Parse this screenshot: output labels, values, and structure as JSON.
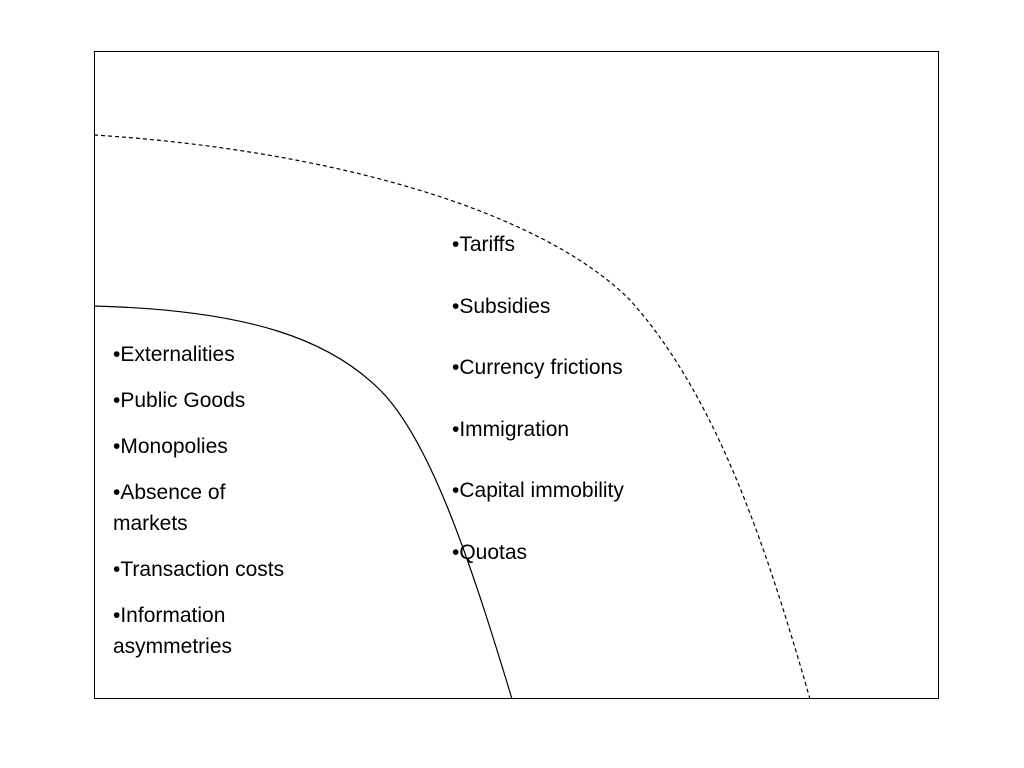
{
  "inner_region": {
    "items": [
      "•Externalities",
      "•Public Goods",
      "•Monopolies",
      "•Absence of markets",
      "•Transaction costs",
      "•Information asymmetries"
    ]
  },
  "outer_region": {
    "items": [
      "•Tariffs",
      "•Subsidies",
      "•Currency frictions",
      "•Immigration",
      "•Capital immobility",
      "•Quotas"
    ]
  },
  "colors": {
    "line": "#000000",
    "background": "#ffffff"
  }
}
